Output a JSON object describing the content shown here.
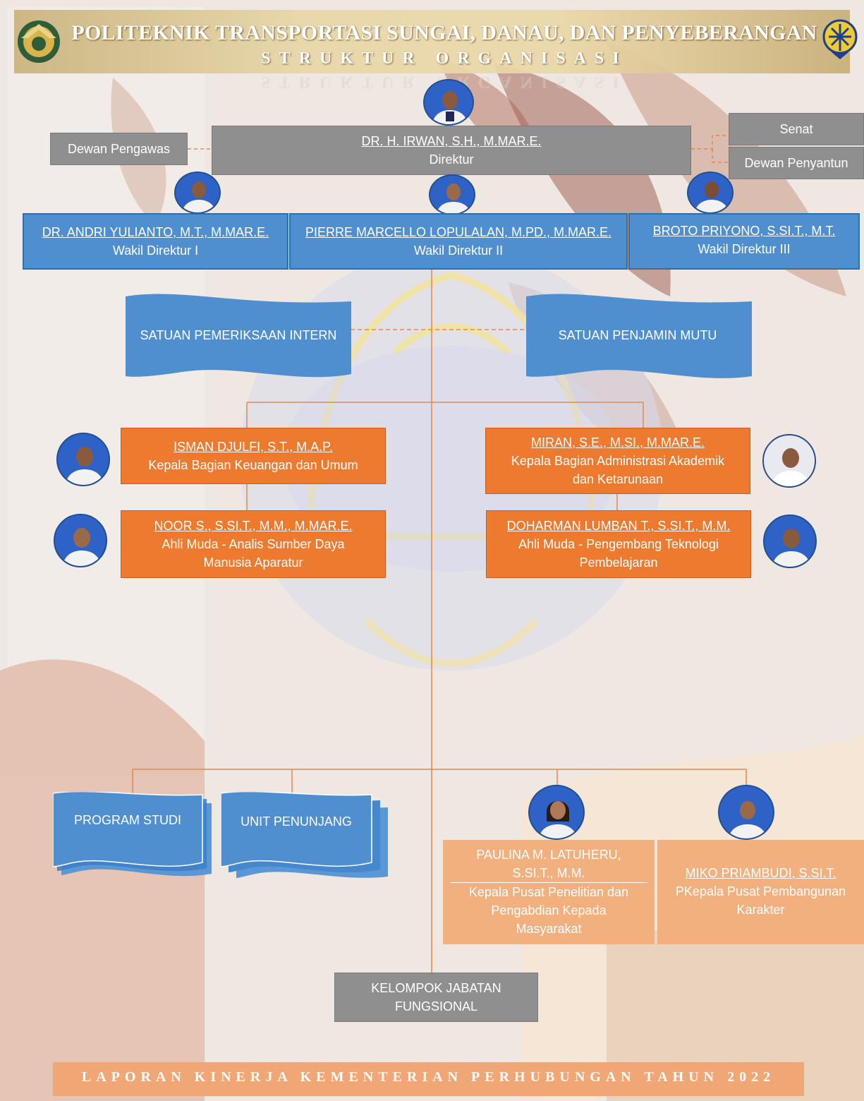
{
  "header": {
    "institution": "POLITEKNIK TRANSPORTASI SUNGAI, DANAU, DAN PENYEBERANGAN",
    "subtitle": "STRUKTUR ORGANISASI"
  },
  "side_boxes": {
    "dewan_pengawas": "Dewan Pengawas",
    "senat": "Senat",
    "dewan_penyantun": "Dewan Penyantun"
  },
  "director": {
    "name": "DR. H. IRWAN, S.H., M.MAR.E.",
    "role": "Direktur"
  },
  "vice_directors": [
    {
      "name": "DR. ANDRI YULIANTO, M.T., M.MAR.E.",
      "role": "Wakil Direktur I"
    },
    {
      "name": "PIERRE MARCELLO LOPULALAN, M.PD., M.MAR.E.",
      "role": "Wakil Direktur II"
    },
    {
      "name": "BROTO PRIYONO, S.SI.T., M.T.",
      "role": "Wakil Direktur III"
    }
  ],
  "units": {
    "spi": "SATUAN PEMERIKSAAN INTERN",
    "spm": "SATUAN PENJAMIN MUTU",
    "program_studi": "PROGRAM STUDI",
    "unit_penunjang": "UNIT PENUNJANG"
  },
  "officials": [
    {
      "name": "ISMAN DJULFI, S.T., M.A.P.",
      "role_lines": [
        "Kepala Bagian Keuangan dan Umum"
      ]
    },
    {
      "name": "MIRAN, S.E., M.SI., M.MAR.E.",
      "role_lines": [
        "Kepala Bagian Administrasi Akademik",
        "dan Ketarunaan"
      ]
    },
    {
      "name": "NOOR S., S.SI.T., M.M., M.MAR.E.",
      "role_lines": [
        "Ahli Muda - Analis Sumber Daya",
        "Manusia Aparatur"
      ]
    },
    {
      "name": "DOHARMAN LUMBAN T., S.SI.T., M.M.",
      "role_lines": [
        "Ahli Muda - Pengembang Teknologi",
        "Pembelajaran"
      ]
    }
  ],
  "centers": [
    {
      "name_lines": [
        "PAULINA M. LATUHERU,",
        "S.SI.T., M.M."
      ],
      "role_lines": [
        "Kepala Pusat Penelitian dan",
        "Pengabdian Kepada",
        "Masyarakat"
      ]
    },
    {
      "name_lines": [
        "MIKO PRIAMBUDI, S.SI.T."
      ],
      "role_lines": [
        "PKepala Pusat Pembangunan",
        "Karakter"
      ]
    }
  ],
  "kelompok": [
    "KELOMPOK JABATAN",
    "FUNGSIONAL"
  ],
  "footer": "LAPORAN KINERJA KEMENTERIAN PERHUBUNGAN TAHUN 2022",
  "colors": {
    "blue_box": "#4f8fd0",
    "orange_box": "#ee7a2f",
    "peach_box": "#f2b07f",
    "grey_box": "#8f8f8f",
    "connector": "#e7874a"
  }
}
